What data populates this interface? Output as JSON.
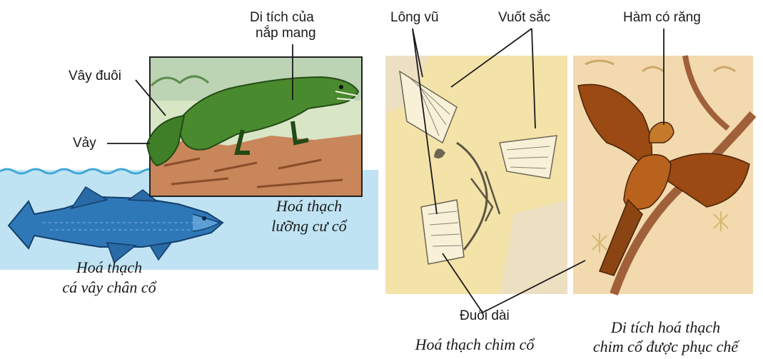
{
  "labels": {
    "gill_cover_line1": "Di tích của",
    "gill_cover_line2": "nắp mang",
    "tail_fin": "Vây đuôi",
    "scales": "Vảy",
    "feathers": "Lông vũ",
    "claws": "Vuốt sắc",
    "toothed_jaw": "Hàm có răng",
    "long_tail": "Đuôi dài"
  },
  "captions": {
    "amphibian_line1": "Hoá thạch",
    "amphibian_line2": "lưỡng cư cổ",
    "fish_line1": "Hoá thạch",
    "fish_line2": "cá vây chân cổ",
    "bird_fossil": "Hoá thạch chim cổ",
    "bird_recon_line1": "Di tích hoá thạch",
    "bird_recon_line2": "chim cổ được phục chế"
  },
  "colors": {
    "water": "#bfe3f2",
    "water_line": "#3fa7d6",
    "fish_blue": "#2f78b8",
    "lizard_green": "#4a8a2e",
    "rock": "#c9865a",
    "fossil_bg": "#f4e3a8",
    "bird_bg": "#f2d9ae",
    "bird_wing": "#9a4a12",
    "branch": "#a0603a"
  }
}
